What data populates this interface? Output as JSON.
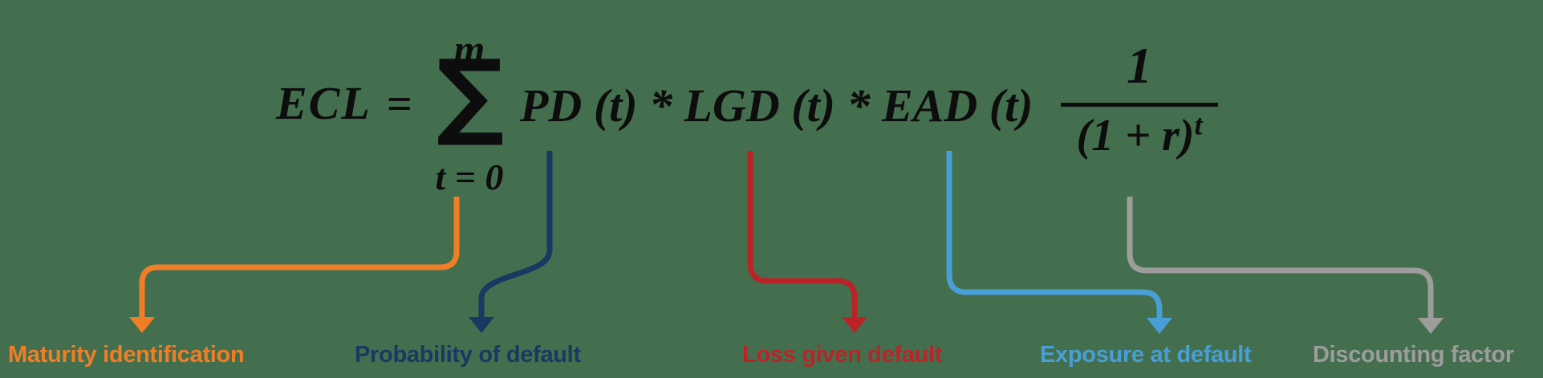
{
  "background_color": "#446F4E",
  "formula": {
    "text_color": "#0D0D0D",
    "lhs": "ECL",
    "equals": "=",
    "sum": {
      "upper": "m",
      "symbol": "∑",
      "lower": "t = 0"
    },
    "terms": "PD (t) * LGD (t) * EAD (t)",
    "fraction": {
      "numerator": "1",
      "denominator_base": "(1 + r)",
      "denominator_exponent": "t"
    }
  },
  "annotations": [
    {
      "id": "maturity",
      "label": "Maturity identification",
      "color": "#EF7E26"
    },
    {
      "id": "pd",
      "label": "Probability of default",
      "color": "#173A63"
    },
    {
      "id": "lgd",
      "label": "Loss given default",
      "color": "#BA2428"
    },
    {
      "id": "ead",
      "label": "Exposure at default",
      "color": "#489FD7"
    },
    {
      "id": "discount",
      "label": "Discounting factor",
      "color": "#9D9D9C"
    }
  ]
}
